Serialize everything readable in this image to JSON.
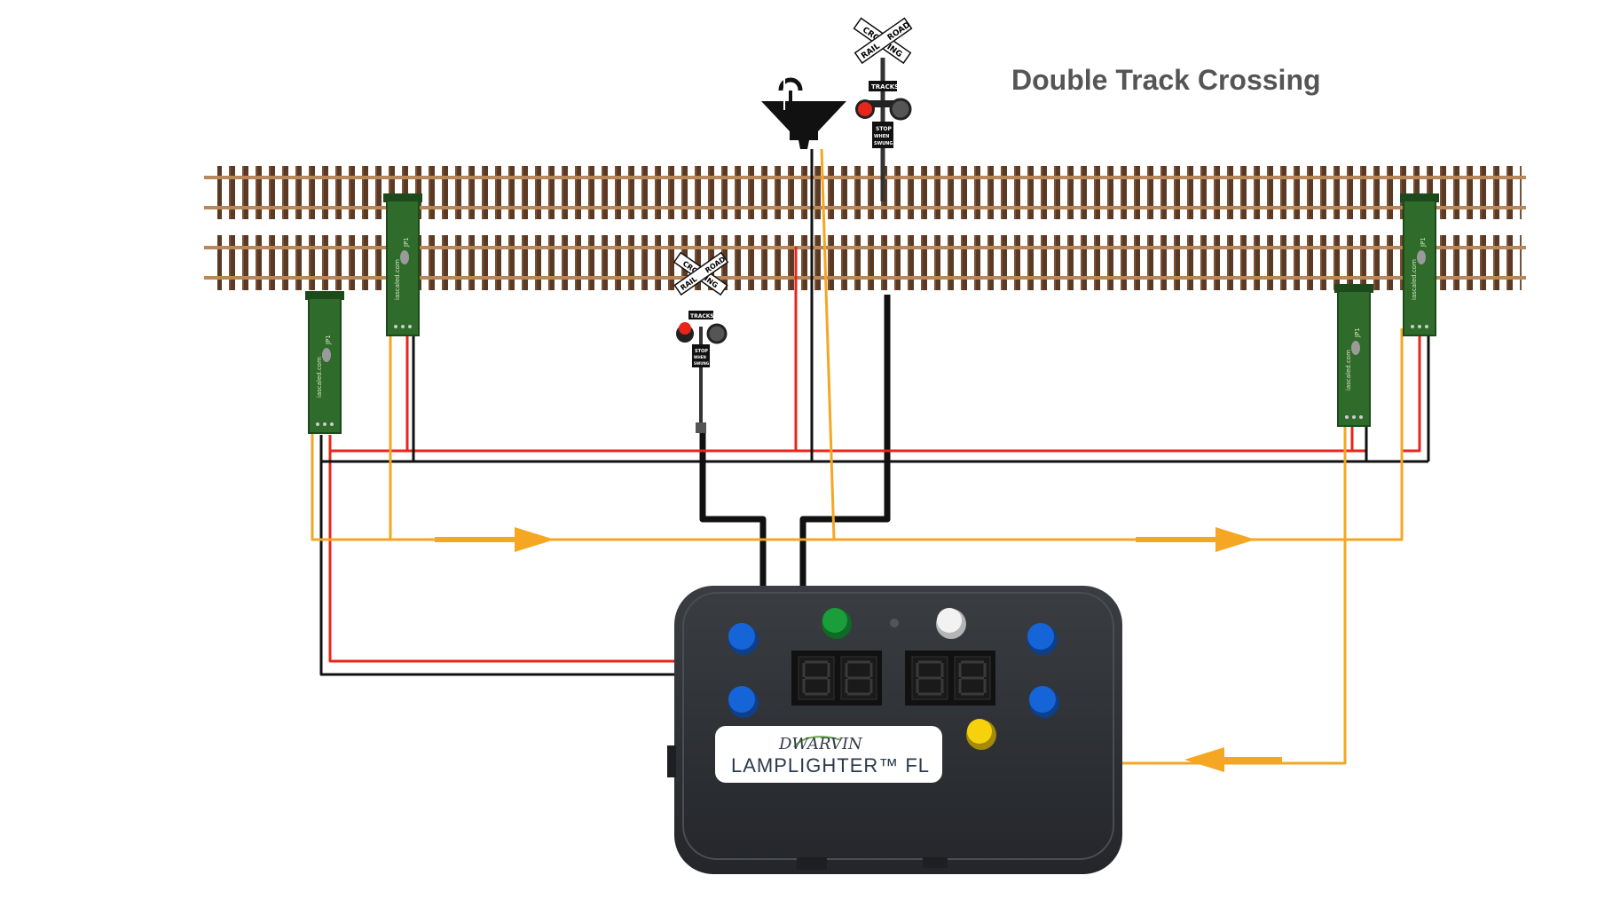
{
  "title": "Double Track Crossing",
  "crossing_sign": {
    "line1": "RAIL",
    "line2": "ROAD",
    "line3": "CROSSING",
    "tracks": "TRACKS",
    "stop": "STOP",
    "when": "WHEN",
    "swung": "SWUNG"
  },
  "sensor": {
    "site": "iascaled.com",
    "jumper": "JP1"
  },
  "controller": {
    "brand": "DWARVIN",
    "product": "LAMPLIGHTER™ FL"
  },
  "colors": {
    "feedback_wire": "#f5a623",
    "positive_wire": "#e8251b",
    "ground_wire": "#111111",
    "rail": "#b8875a",
    "tie": "#5a3a24",
    "pcb": "#2f6b2a",
    "controller_body": "#2c2f33",
    "button_blue": "#1565d8",
    "button_green": "#1a9e3a",
    "button_white": "#f2f2f2",
    "button_yellow": "#f5d20b",
    "signal_red": "#e8251b"
  }
}
